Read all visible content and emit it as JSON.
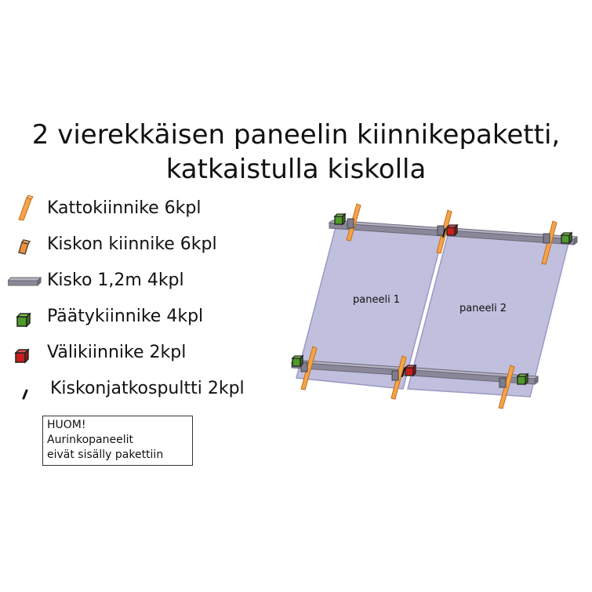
{
  "title": {
    "line1": "2 vierekkäisen paneelin kiinnikepaketti,",
    "line2": "katkaistulla kiskolla"
  },
  "legend": [
    {
      "icon": "roof-bracket-icon",
      "label": "Kattokiinnike 6kpl"
    },
    {
      "icon": "rail-bracket-icon",
      "label": "Kiskon kiinnike 6kpl"
    },
    {
      "icon": "rail-icon",
      "label": "Kisko 1,2m 4kpl"
    },
    {
      "icon": "end-clamp-icon",
      "label": "Päätykiinnike 4kpl"
    },
    {
      "icon": "mid-clamp-icon",
      "label": "Välikiinnike 2kpl"
    },
    {
      "icon": "rail-connector-bolt-icon",
      "label": "Kiskonjatkospultti 2kpl"
    }
  ],
  "note": {
    "line1": "HUOM!",
    "line2": "Aurinkopaneelit",
    "line3": "eivät sisälly pakettiin"
  },
  "diagram": {
    "panel1_label": "paneeli 1",
    "panel2_label": "paneeli 2"
  },
  "colors": {
    "roof_bracket": "#f5a44a",
    "rail_bracket": "#f0913a",
    "rail": "#8a8898",
    "end_clamp": "#5aa832",
    "mid_clamp": "#d62828",
    "panel": "#b9b8da"
  }
}
